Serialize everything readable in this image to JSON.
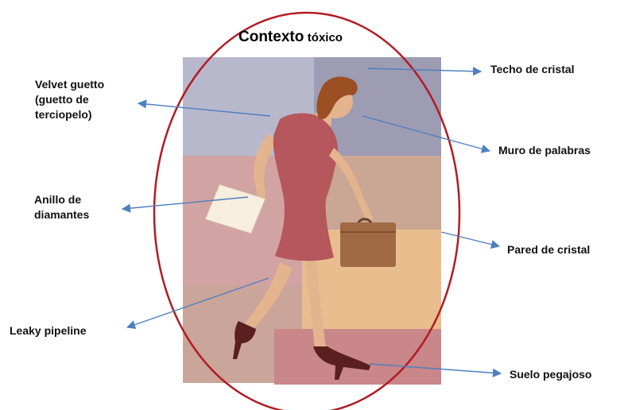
{
  "title": {
    "main": "Contexto",
    "sub": "tóxico"
  },
  "labels": {
    "techo": "Techo de cristal",
    "velvet": "Velvet guetto\n(guetto de\nterciopelo)",
    "muro": "Muro de palabras",
    "anillo": "Anillo de\ndiamantes",
    "pared": "Pared de cristal",
    "leaky": "Leaky pipeline",
    "suelo": "Suelo pegajoso"
  },
  "colors": {
    "ellipse": "#b31b24",
    "arrow": "#4f7fbf",
    "dress": "#b5575c",
    "hair": "#9b4f22",
    "skin": "#e4b48e",
    "shoes": "#5a1f1f",
    "briefcase": "#a06a45"
  }
}
